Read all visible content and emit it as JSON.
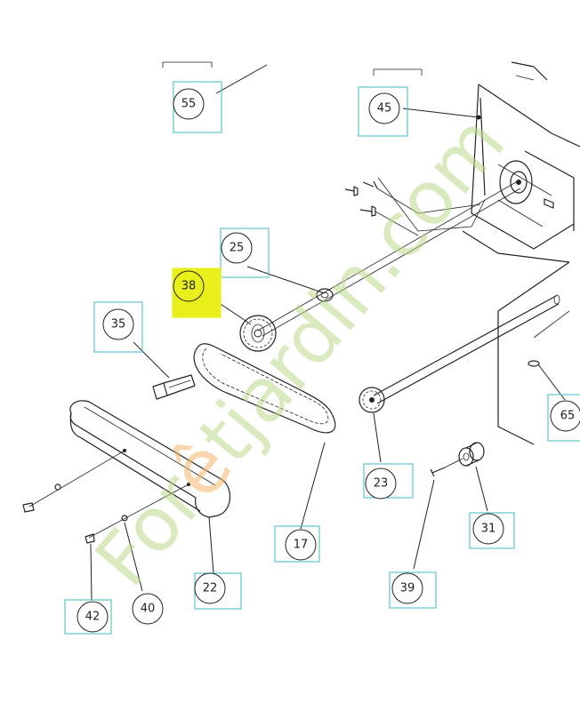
{
  "callouts": [
    {
      "label": "55",
      "highlighted": false
    },
    {
      "label": "45",
      "highlighted": false
    },
    {
      "label": "25",
      "highlighted": false
    },
    {
      "label": "38",
      "highlighted": true
    },
    {
      "label": "35",
      "highlighted": false
    },
    {
      "label": "65",
      "highlighted": false
    },
    {
      "label": "23",
      "highlighted": false
    },
    {
      "label": "31",
      "highlighted": false
    },
    {
      "label": "17",
      "highlighted": false
    },
    {
      "label": "22",
      "highlighted": false
    },
    {
      "label": "39",
      "highlighted": false
    },
    {
      "label": "42",
      "highlighted": false
    },
    {
      "label": "40",
      "highlighted": false
    }
  ],
  "colors": {
    "callout_box": "#5fc4cc",
    "highlight": "#e8ef1a",
    "line": "#222222",
    "watermark_green": "#b9d98a",
    "watermark_orange": "#f4b56b"
  },
  "watermark": {
    "text": "Forêtjardin.com"
  }
}
